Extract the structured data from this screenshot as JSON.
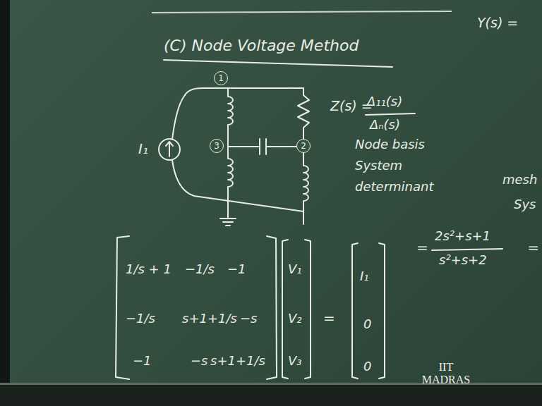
{
  "diagram": {
    "title": "(C) Node Voltage Method",
    "nodes": [
      {
        "text": [
          "1"
        ]
      },
      {
        "text": [
          "3"
        ]
      },
      {
        "text": [
          "2"
        ]
      }
    ],
    "labels": [
      "I₁",
      "Z(s) =",
      "Δ₁₁(s)",
      "Δₙ(s)",
      "Node basis",
      "System",
      "determinant",
      "=",
      "2s²+s+1",
      "s²+s+2",
      "Y(s) =",
      "mesh",
      "Sys",
      "=",
      "1/s + 1",
      "−1/s",
      "−1",
      "−1/s",
      "s+1+1/s",
      "−s",
      "−1",
      "−s",
      "s+1+1/s",
      "V₁",
      "V₂",
      "V₃",
      "=",
      "I₁",
      "0",
      "0",
      "IIT MADRAS"
    ]
  }
}
